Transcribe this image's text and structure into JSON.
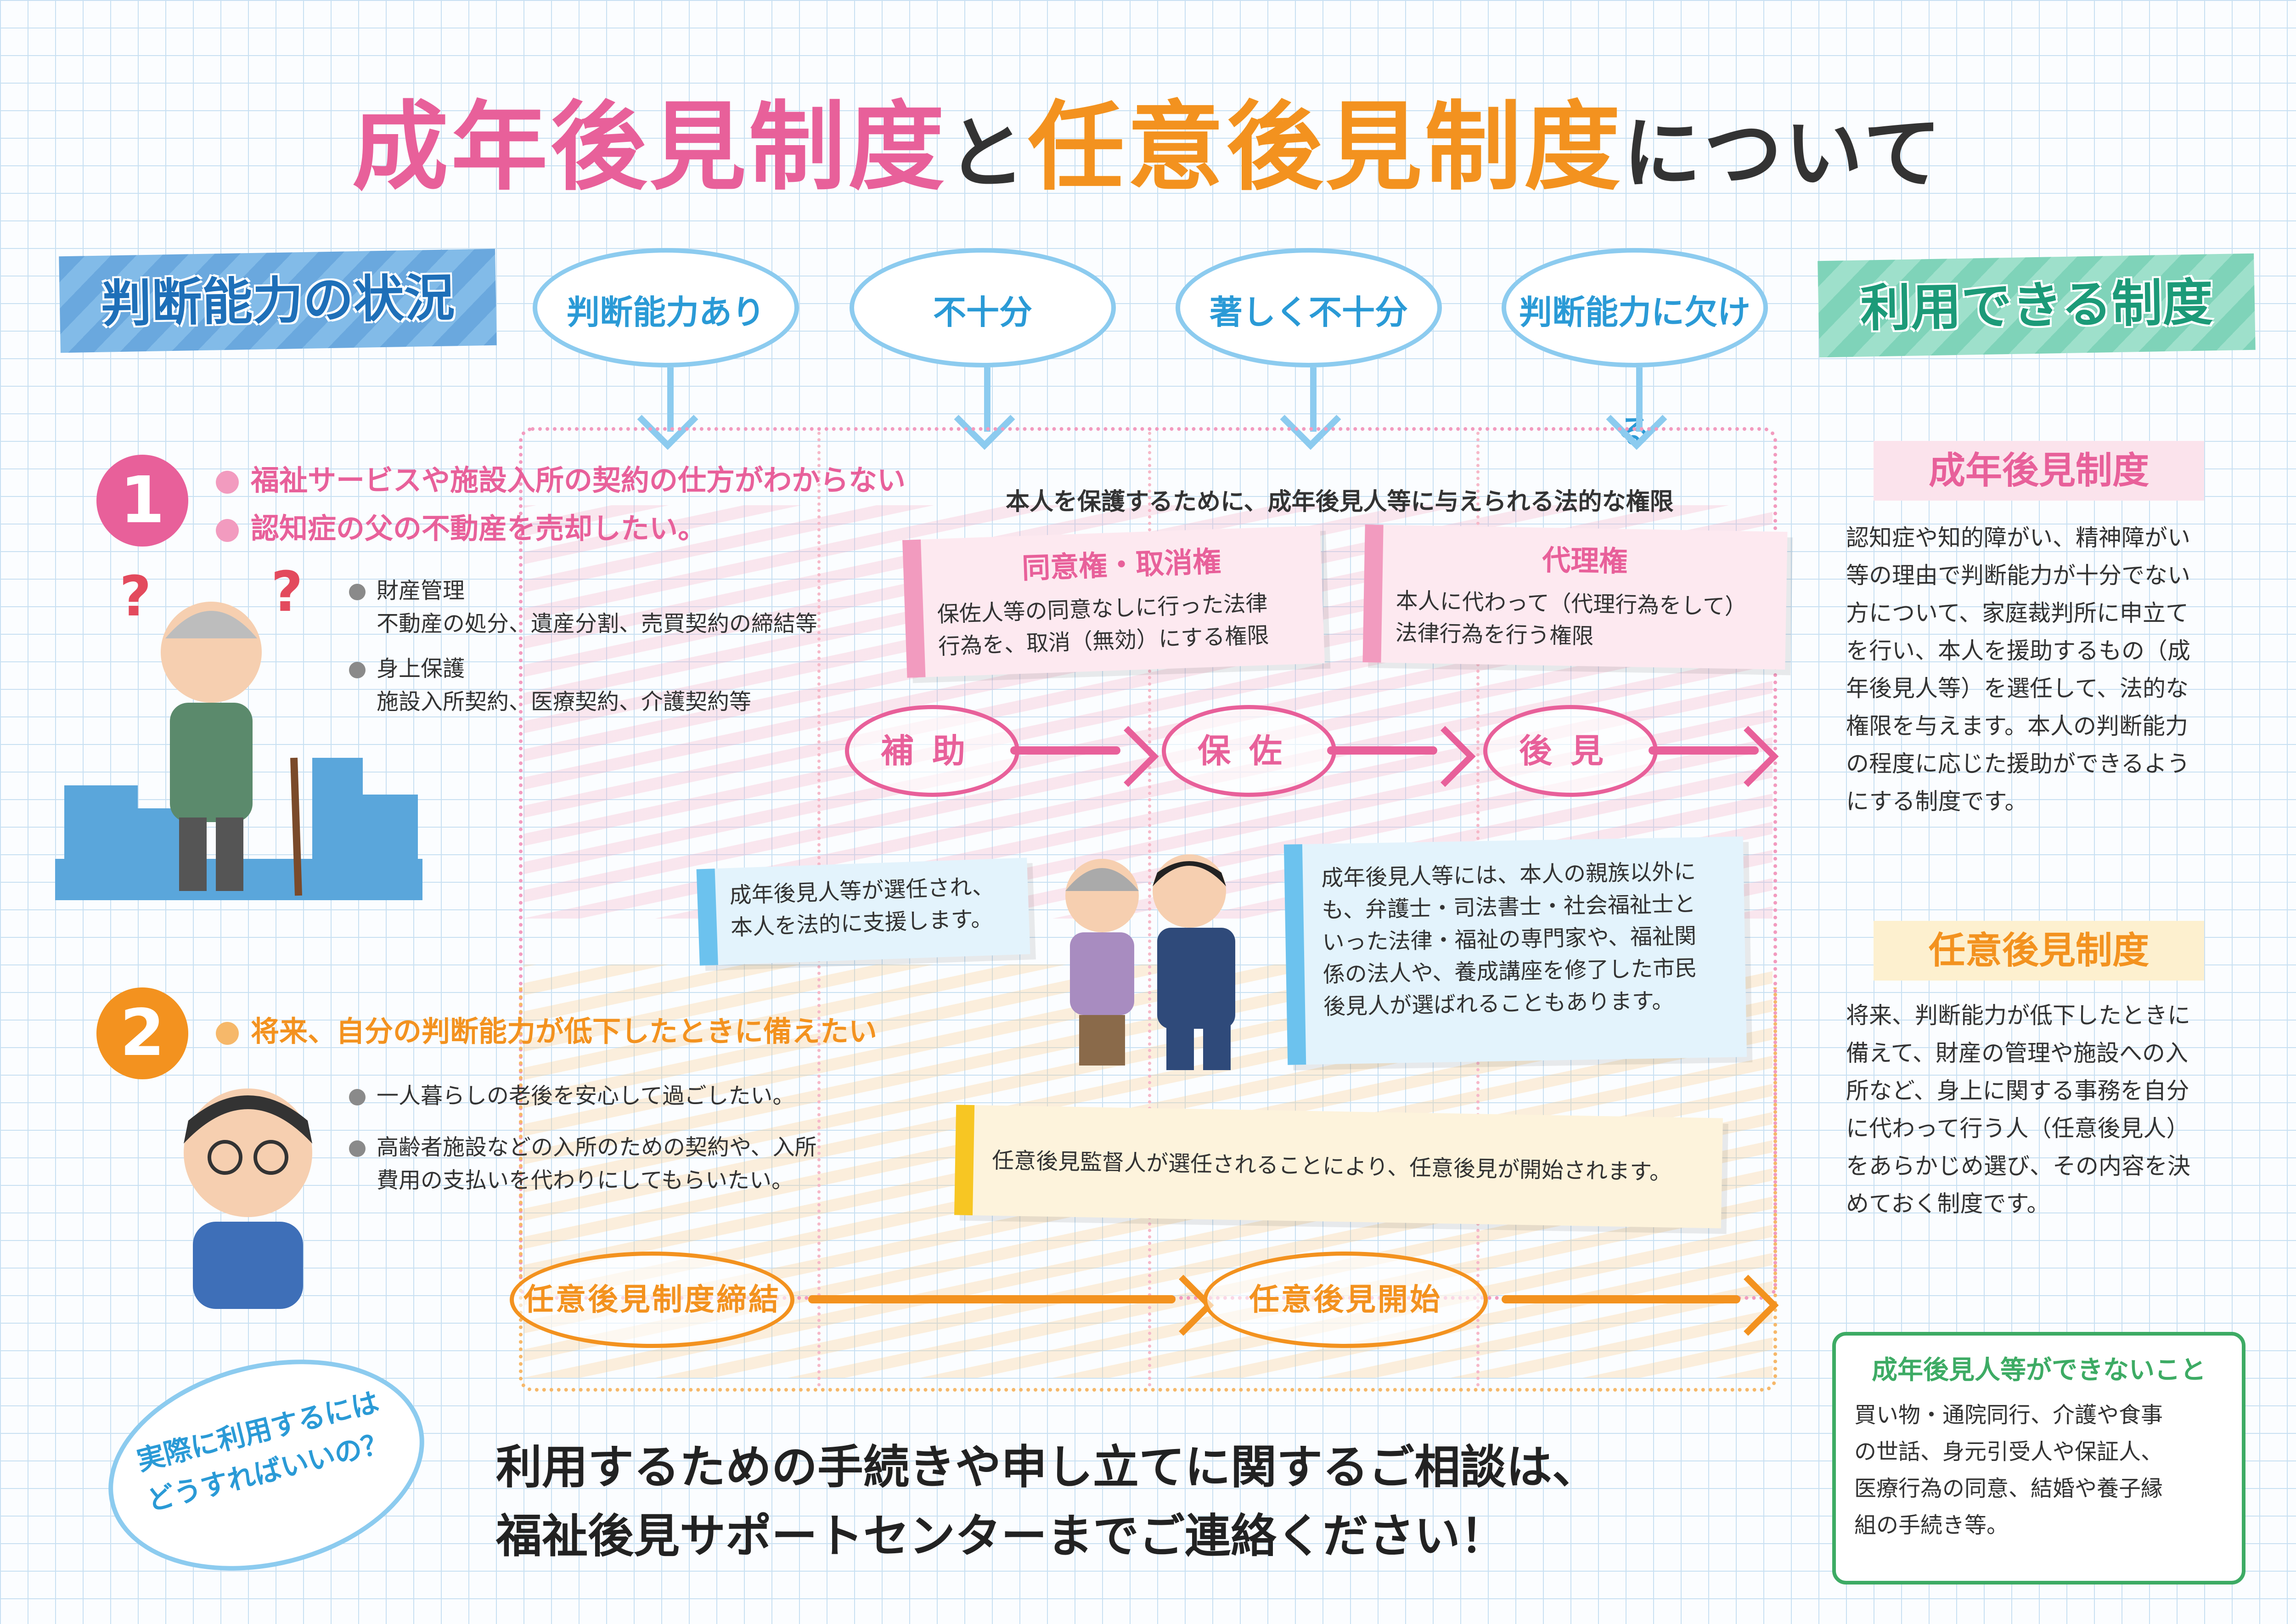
{
  "title": {
    "part1": "成年後見制度",
    "part2": "と",
    "part3": "任意後見制度",
    "part4": "について"
  },
  "header": {
    "left_tape": "判断能力の状況",
    "right_tape": "利用できる制度",
    "levels": [
      "判断能力あり",
      "不十分",
      "著しく不十分",
      "判断能力に欠ける"
    ]
  },
  "case1": {
    "number": "1",
    "items": [
      "福祉サービスや施設入所の契約の仕方がわからない",
      "認知症の父の不動産を売却したい。"
    ],
    "sub": [
      {
        "head": "財産管理",
        "detail": "不動産の処分、遺産分割、売買契約の締結等"
      },
      {
        "head": "身上保護",
        "detail": "施設入所契約、医療契約、介護契約等"
      }
    ]
  },
  "case2": {
    "number": "2",
    "items": [
      "将来、自分の判断能力が低下したときに備えたい"
    ],
    "sub": [
      "一人暮らしの老後を安心して過ごしたい。",
      "高齢者施設などの入所のための契約や、入所",
      "費用の支払いを代わりにしてもらいたい。"
    ]
  },
  "authority_caption": "本人を保護するために、成年後見人等に与えられる法的な権限",
  "notes": {
    "consent": {
      "title": "同意権・取消権",
      "lines": [
        "保佐人等の同意なしに行った法律",
        "行為を、取消（無効）にする権限"
      ]
    },
    "agency": {
      "title": "代理権",
      "lines": [
        "本人に代わって（代理行為をして）",
        "法律行為を行う権限"
      ]
    },
    "selected": {
      "lines": [
        "成年後見人等が選任され、",
        "本人を法的に支援します。"
      ]
    },
    "experts": {
      "lines": [
        "成年後見人等には、本人の親族以外に",
        "も、弁護士・司法書士・社会福祉士と",
        "いった法律・福祉の専門家や、福祉関",
        "係の法人や、養成講座を修了した市民",
        "後見人が選ばれることもあります。"
      ]
    },
    "supervisor": {
      "lines": [
        "任意後見監督人が選任されることにより、任意後見が開始されます。"
      ]
    }
  },
  "stages": {
    "pink": [
      "補助",
      "保佐",
      "後見"
    ],
    "orange": [
      "任意後見制度締結",
      "任意後見開始"
    ]
  },
  "right": {
    "adult": {
      "title": "成年後見制度",
      "lines": [
        "認知症や知的障がい、精神障がい",
        "等の理由で判断能力が十分でない",
        "方について、家庭裁判所に申立て",
        "を行い、本人を援助するもの（成",
        "年後見人等）を選任して、法的な",
        "権限を与えます。本人の判断能力",
        "の程度に応じた援助ができるよう",
        "にする制度です。"
      ]
    },
    "voluntary": {
      "title": "任意後見制度",
      "lines": [
        "将来、判断能力が低下したときに",
        "備えて、財産の管理や施設への入",
        "所など、身上に関する事務を自分",
        "に代わって行う人（任意後見人）",
        "をあらかじめ選び、その内容を決",
        "めておく制度です。"
      ]
    },
    "cannot": {
      "title": "成年後見人等ができないこと",
      "lines": [
        "買い物・通院同行、介護や食事",
        "の世話、身元引受人や保証人、",
        "医療行為の同意、結婚や養子縁",
        "組の手続き等。"
      ]
    }
  },
  "bottom": {
    "bubble": [
      "実際に利用するには",
      "どうすればいいの？"
    ],
    "consult": [
      "利用するための手続きや申し立てに関するご相談は、",
      "福祉後見サポートセンターまでご連絡ください！"
    ]
  },
  "colors": {
    "pink": "#e8609a",
    "orange": "#f3921f",
    "blue": "#2a9ad6",
    "green": "#3dab64"
  }
}
